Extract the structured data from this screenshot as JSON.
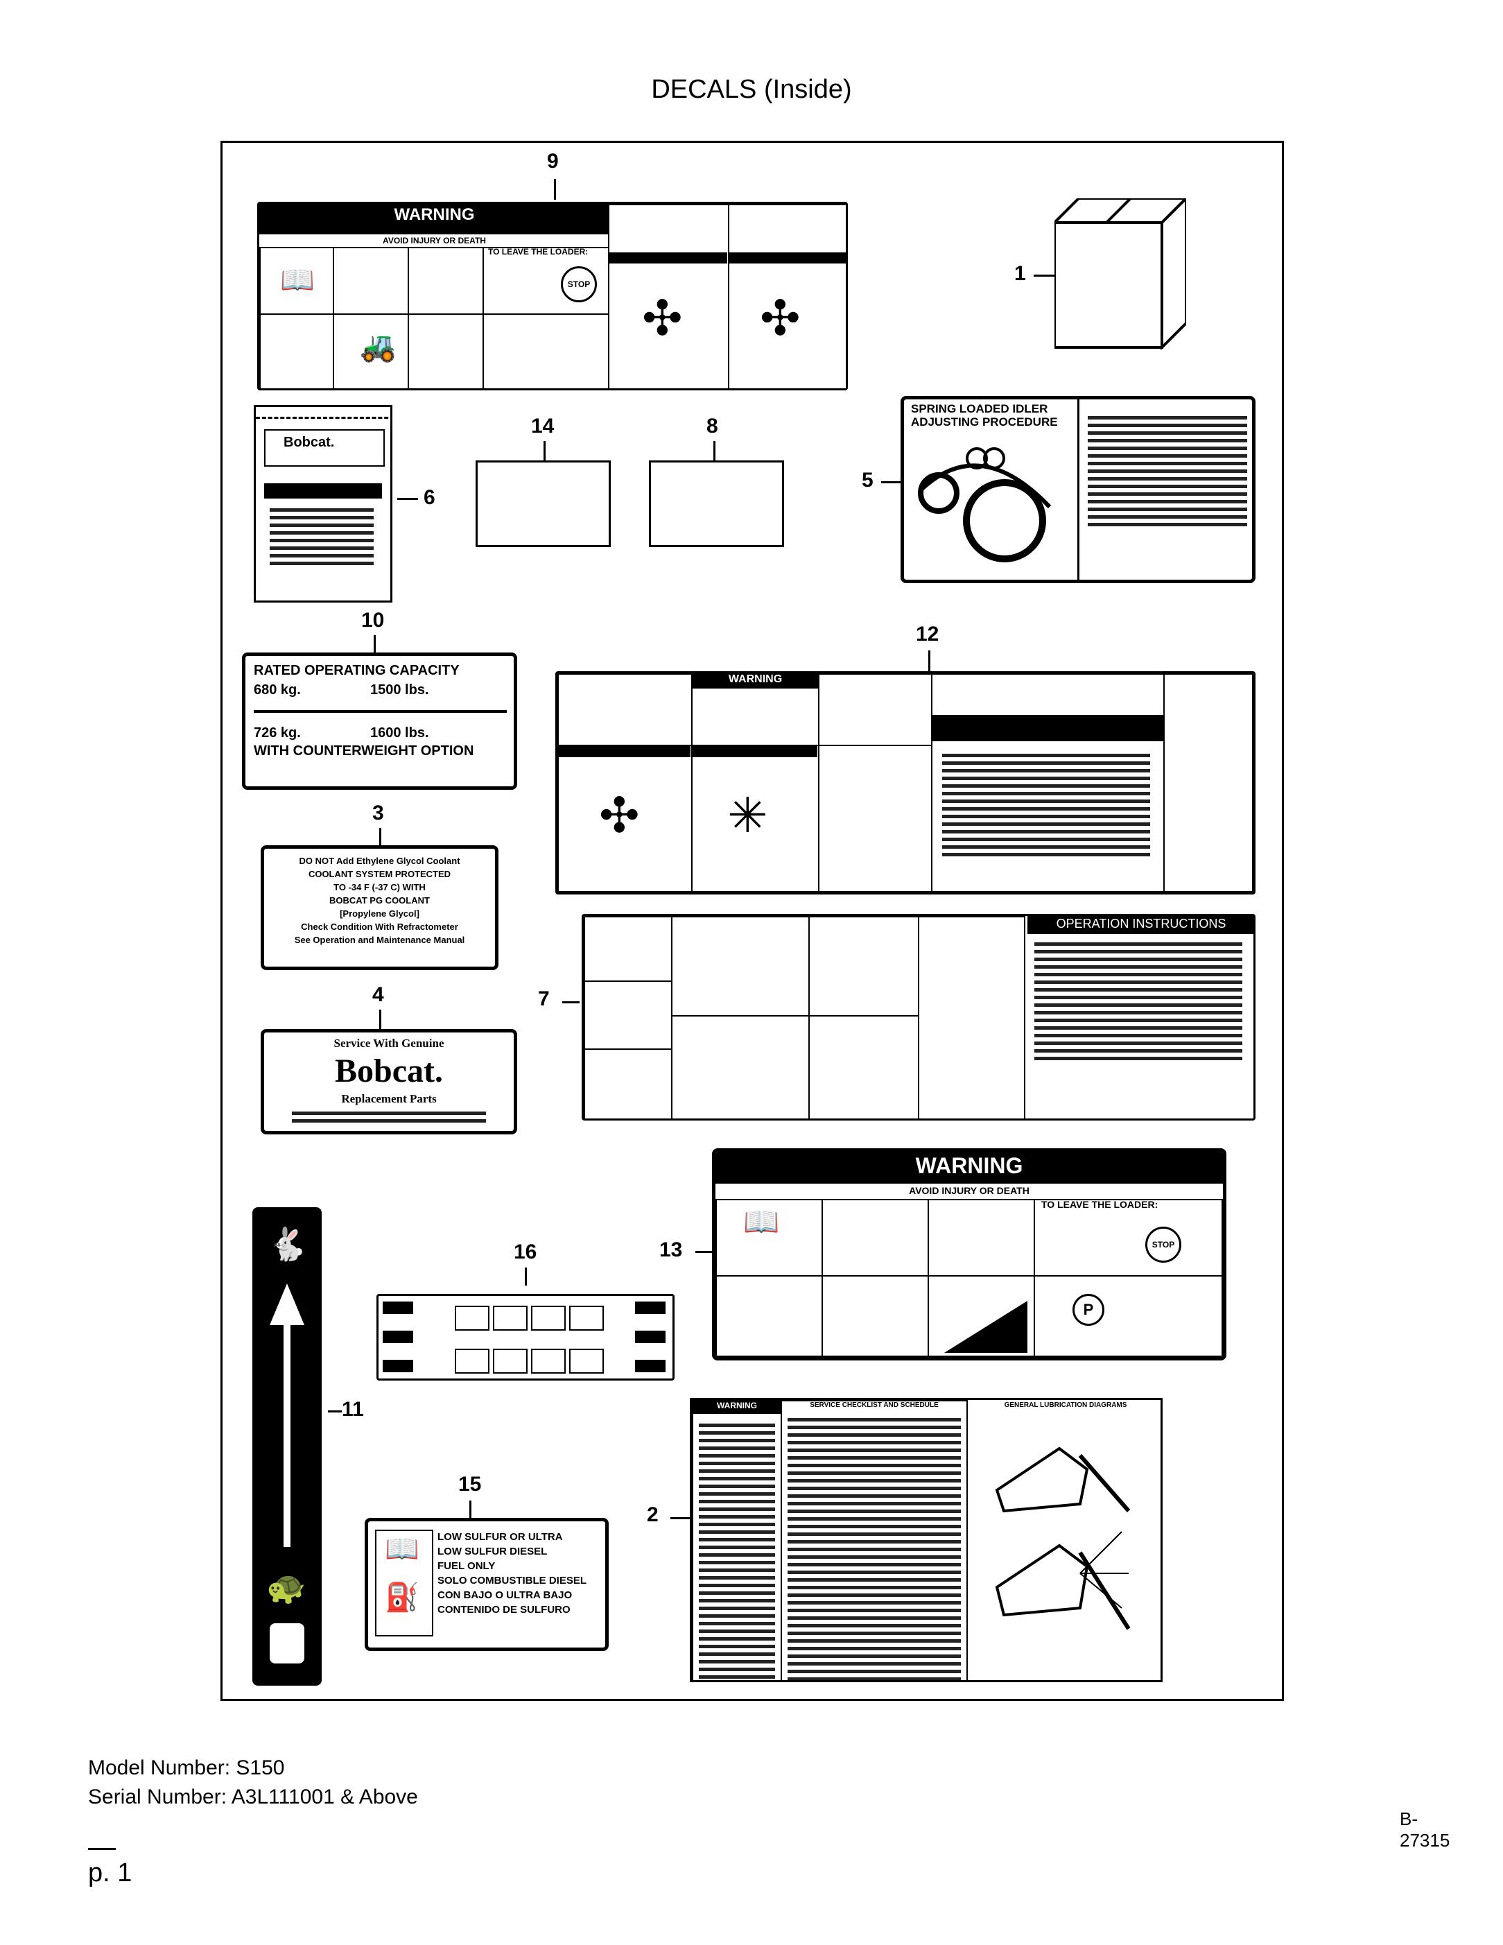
{
  "page": {
    "title": "DECALS (Inside)"
  },
  "figure": {
    "id": "B-27315"
  },
  "callouts": [
    "9",
    "1",
    "14",
    "8",
    "6",
    "5",
    "10",
    "12",
    "3",
    "4",
    "7",
    "13",
    "16",
    "11",
    "15",
    "2"
  ],
  "decal_text": {
    "warning": "WARNING",
    "avoid": "AVOID INJURY OR DEATH",
    "leave": "TO LEAVE THE LOADER:",
    "spring_title_1": "SPRING LOADED IDLER",
    "spring_title_2": "ADJUSTING PROCEDURE",
    "roc_title": "RATED OPERATING CAPACITY",
    "roc_kg1": "680 kg.",
    "roc_lbs1": "1500 lbs.",
    "roc_kg2": "726 kg.",
    "roc_lbs2": "1600 lbs.",
    "roc_cw": "WITH COUNTERWEIGHT OPTION",
    "coolant_1": "DO NOT Add Ethylene Glycol Coolant",
    "coolant_2": "COOLANT SYSTEM PROTECTED",
    "coolant_3": "TO -34 F (-37 C) WITH",
    "coolant_4": "BOBCAT PG COOLANT",
    "coolant_5": "[Propylene Glycol]",
    "coolant_6": "Check Condition With Refractometer",
    "coolant_7": "See Operation and Maintenance Manual",
    "parts_1": "Service With Genuine",
    "parts_brand": "Bobcat.",
    "parts_2": "Replacement Parts",
    "op_instr": "OPERATION INSTRUCTIONS",
    "fuel_1": "LOW SULFUR OR ULTRA",
    "fuel_2": "LOW SULFUR DIESEL",
    "fuel_3": "FUEL ONLY",
    "fuel_4": "SOLO COMBUSTIBLE DIESEL",
    "fuel_5": "CON BAJO O ULTRA BAJO",
    "fuel_6": "CONTENIDO DE SULFURO",
    "service_title": "SERVICE CHECKLIST AND SCHEDULE",
    "lube_title": "GENERAL LUBRICATION DIAGRAMS",
    "stop": "STOP",
    "park": "P"
  },
  "footer": {
    "model": "Model Number: S150",
    "serial": "Serial Number: A3L111001 & Above",
    "page": "p. 1"
  }
}
